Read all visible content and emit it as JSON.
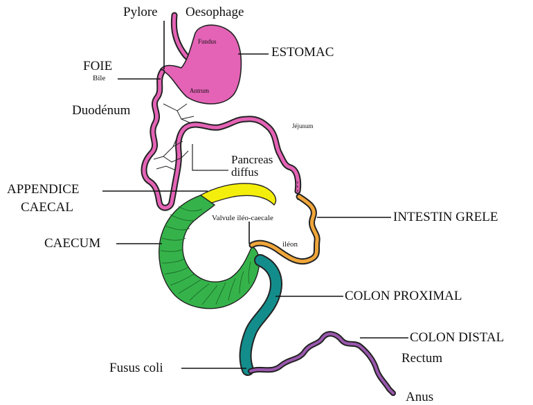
{
  "colors": {
    "stomach": "#e463b6",
    "appendix": "#f4ee0c",
    "caecum": "#35b34a",
    "small_intestine": "#f0a63a",
    "colon_proximal": "#138d8c",
    "colon_distal": "#9a58ae",
    "outline": "#222222"
  },
  "labels": {
    "pylore": "Pylore",
    "oesophage": "Oesophage",
    "fundus": "Fundus",
    "estomac": "ESTOMAC",
    "foie": "FOIE",
    "bile": "Bile",
    "antrum": "Antrum",
    "duodenum": "Duodénum",
    "jejunum": "Jéjunum",
    "pancreas_line1": "Pancreas",
    "pancreas_line2": "diffus",
    "appendice_line1": "APPENDICE",
    "appendice_line2": "CAECAL",
    "intestin_grele": "INTESTIN GRELE",
    "valvule": "Valvule iléo-caecale",
    "ileon": "iléon",
    "caecum": "CAECUM",
    "colon_proximal": "COLON PROXIMAL",
    "colon_distal": "COLON DISTAL",
    "rectum": "Rectum",
    "fusus_coli": "Fusus coli",
    "anus": "Anus"
  }
}
